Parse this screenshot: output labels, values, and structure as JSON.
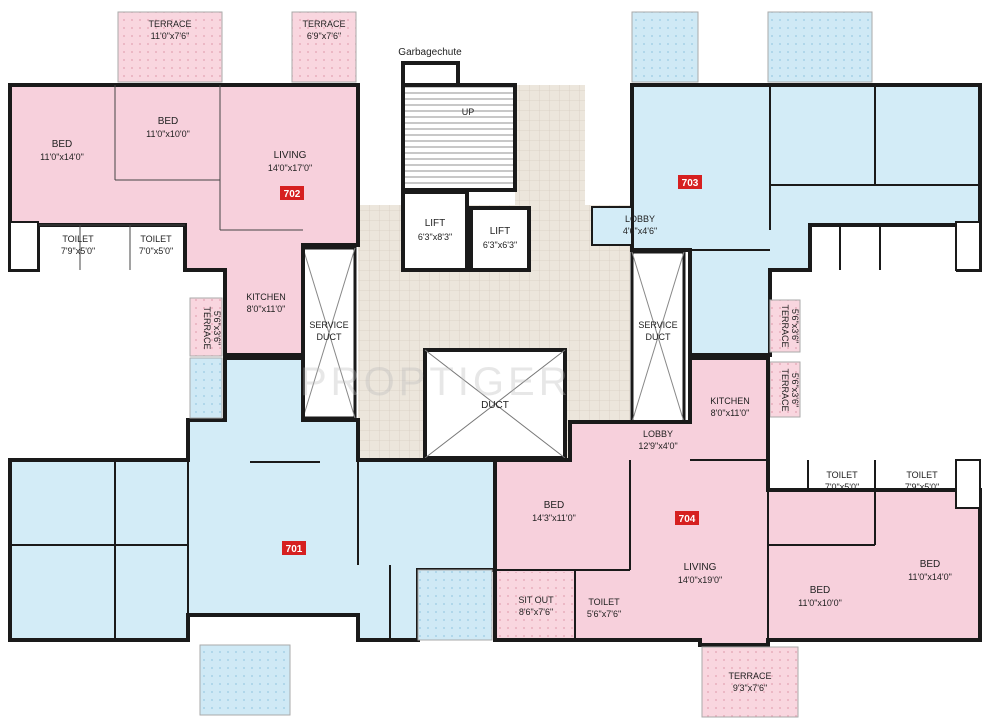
{
  "watermark": "PROPTIGER",
  "colors": {
    "pink_unit": "#f7d0dc",
    "blue_unit": "#d3ecf7",
    "terrace_pink": "#f9d6df",
    "terrace_blue": "#cfe9f5",
    "core_tile": "#ece6dc",
    "wall": "#1a1a1a",
    "unit_badge": "#d62020"
  },
  "core": {
    "garbage": "Garbagechute",
    "up": "UP",
    "lift1": {
      "name": "LIFT",
      "dim": "6'3\"x8'3\""
    },
    "lift2": {
      "name": "LIFT",
      "dim": "6'3\"x6'3\""
    },
    "duct": "DUCT",
    "service_duct_left": {
      "line1": "SERVICE",
      "line2": "DUCT"
    },
    "service_duct_right": {
      "line1": "SERVICE",
      "line2": "DUCT"
    }
  },
  "unit_702": {
    "number": "702",
    "terrace_top1": {
      "name": "TERRACE",
      "dim": "11'0\"x7'6\""
    },
    "terrace_top2": {
      "name": "TERRACE",
      "dim": "6'9\"x7'6\""
    },
    "bed1": {
      "name": "BED",
      "dim": "11'0\"x14'0\""
    },
    "bed2": {
      "name": "BED",
      "dim": "11'0\"x10'0\""
    },
    "living": {
      "name": "LIVING",
      "dim": "14'0\"x17'0\""
    },
    "toilet1": {
      "name": "TOILET",
      "dim": "7'9\"x5'0\""
    },
    "toilet2": {
      "name": "TOILET",
      "dim": "7'0\"x5'0\""
    },
    "kitchen": {
      "name": "KITCHEN",
      "dim": "8'0\"x11'0\""
    },
    "terrace_side": {
      "name": "TERRACE",
      "dim": "5'6\"x3'6\""
    }
  },
  "unit_703": {
    "number": "703",
    "lobby": {
      "name": "LOBBY",
      "dim": "4'6\"x4'6\""
    },
    "terrace1": {
      "name": "TERRACE",
      "dim": "5'6\"x3'6\""
    },
    "terrace2": {
      "name": "TERRACE",
      "dim": "5'6\"x3'6\""
    }
  },
  "unit_701": {
    "number": "701"
  },
  "unit_704": {
    "number": "704",
    "kitchen": {
      "name": "KITCHEN",
      "dim": "8'0\"x11'0\""
    },
    "lobby": {
      "name": "LOBBY",
      "dim": "12'9\"x4'0\""
    },
    "bed_left": {
      "name": "BED",
      "dim": "14'3\"x11'0\""
    },
    "living": {
      "name": "LIVING",
      "dim": "14'0\"x19'0\""
    },
    "sitout": {
      "name": "SIT OUT",
      "dim": "8'6\"x7'6\""
    },
    "toilet_mid": {
      "name": "TOILET",
      "dim": "5'6\"x7'6\""
    },
    "toilet_a": {
      "name": "TOILET",
      "dim": "7'0\"x5'0\""
    },
    "toilet_b": {
      "name": "TOILET",
      "dim": "7'9\"x5'0\""
    },
    "bed_mid": {
      "name": "BED",
      "dim": "11'0\"x10'0\""
    },
    "bed_right": {
      "name": "BED",
      "dim": "11'0\"x14'0\""
    },
    "terrace": {
      "name": "TERRACE",
      "dim": "9'3\"x7'6\""
    }
  }
}
